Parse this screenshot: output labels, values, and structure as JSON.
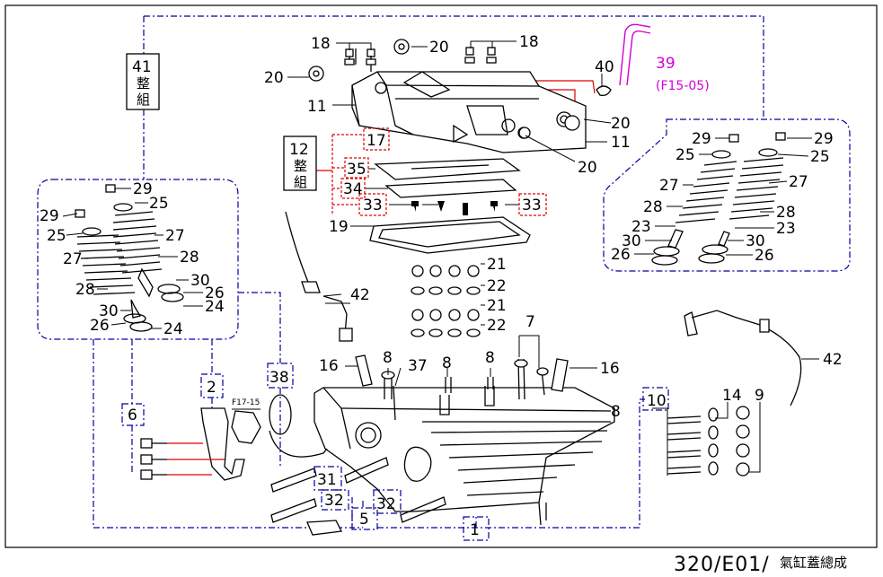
{
  "footer": {
    "code": "320/E01/",
    "title": "氣缸蓋總成"
  },
  "labels": {
    "p18a": "18",
    "p18b": "18",
    "p20a": "20",
    "p20b": "20",
    "p20c": "20",
    "p20d": "20",
    "p11a": "11",
    "p11b": "11",
    "p40": "40",
    "p39": "39",
    "p39ref": "(F15-05)",
    "p41num": "41",
    "p41c1": "整",
    "p41c2": "組",
    "p12num": "12",
    "p12c1": "整",
    "p12c2": "組",
    "p17": "17",
    "p35": "35",
    "p34": "34",
    "p33a": "33",
    "p33b": "33",
    "p19": "19",
    "p21a": "21",
    "p22a": "22",
    "p21b": "21",
    "p22b": "22",
    "p42a": "42",
    "p42b": "42",
    "p7": "7",
    "p16a": "16",
    "p16b": "16",
    "p8a": "8",
    "p8b": "8",
    "p8c": "8",
    "p8d": "8",
    "p37": "37",
    "p10": "10",
    "p14": "14",
    "p9": "9",
    "p38": "38",
    "p2": "2",
    "p6": "6",
    "f17": "F17-15",
    "p31": "31",
    "p32a": "32",
    "p32b": "32",
    "p5": "5",
    "p1": "1",
    "l29": "29",
    "l25": "25",
    "l29b": "29",
    "l25b": "25",
    "l27": "27",
    "l27b": "27",
    "l28": "28",
    "l28b": "28",
    "l30": "30",
    "l30b": "30",
    "l26": "26",
    "l26b": "26",
    "l24": "24",
    "l24b": "24",
    "r29": "29",
    "r29b": "29",
    "r25": "25",
    "r25b": "25",
    "r27": "27",
    "r27b": "27",
    "r28": "28",
    "r28b": "28",
    "r23": "23",
    "r23b": "23",
    "r30": "30",
    "r30b": "30",
    "r26": "26",
    "r26b": "26"
  },
  "colors": {
    "group_line": "#0000a0",
    "sub_group_line": "#e00000",
    "reference_line": "#d400d4"
  }
}
